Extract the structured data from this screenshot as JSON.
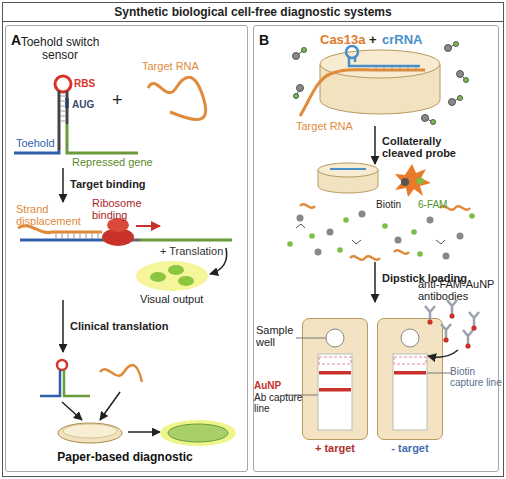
{
  "diagram": {
    "title": "Synthetic biological cell-free diagnostic systems",
    "nodes": [
      {
        "text": [
          "A"
        ]
      },
      {
        "text": [
          "B"
        ]
      },
      {
        "text": [
          "+ target"
        ],
        "in": 1
      },
      {
        "text": [
          "- target"
        ],
        "in": 1
      }
    ],
    "labels": [
      "Toehold switch sensor",
      "RBS",
      "AUG",
      "Toehold",
      "Repressed gene",
      "+",
      "Target RNA",
      "Target binding",
      "Strand displacement",
      "Ribosome binding",
      "+ Translation",
      "Visual output",
      "Clinical translation",
      "Paper-based diagnostic",
      "Cas13a",
      "+",
      "crRNA",
      "Target RNA",
      "Collaterally cleaved probe",
      "Biotin",
      "6-FAM",
      "Dipstick loading",
      "anti-FAM-AuNP antibodies",
      "Sample well",
      "AuNP",
      "Ab capture line",
      "Biotin capture line"
    ]
  }
}
